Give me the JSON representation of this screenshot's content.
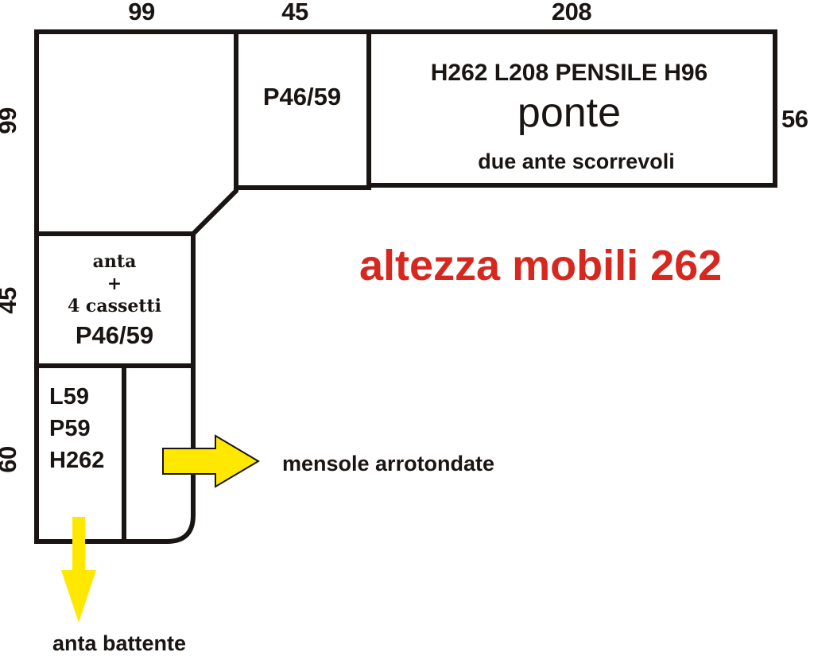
{
  "diagram": {
    "title_text": "kitchen cabinet elevation layout",
    "accent_red": "#d6281f",
    "line_color": "#1a1512",
    "arrow_color": "#ffe800"
  },
  "dimensions": {
    "top": [
      {
        "name": "top-dim-99",
        "value": "99"
      },
      {
        "name": "top-dim-45",
        "value": "45"
      },
      {
        "name": "top-dim-208",
        "value": "208"
      }
    ],
    "left": [
      {
        "name": "left-dim-99",
        "value": "99"
      },
      {
        "name": "left-dim-45",
        "value": "45"
      },
      {
        "name": "left-dim-60",
        "value": "60"
      }
    ],
    "right": [
      {
        "name": "right-dim-56",
        "value": "56"
      }
    ]
  },
  "cells": {
    "tall_unit": {
      "label": ""
    },
    "column_p46": {
      "code": "P46/59"
    },
    "pensile": {
      "line1": "H262 L208 PENSILE H96",
      "line2": "ponte",
      "line3": "due ante scorrevoli"
    },
    "drawer_unit": {
      "note_line1": "anta",
      "note_line2": "+",
      "note_line3": "4 cassetti",
      "code": "P46/59"
    },
    "base_unit": {
      "line1": "L59",
      "line2": "P59",
      "line3": "H262"
    }
  },
  "headline": {
    "text": "altezza mobili 262"
  },
  "callouts": [
    {
      "name": "callout-mensole",
      "icon": "arrow-right-icon",
      "text": "mensole arrotondate"
    },
    {
      "name": "callout-anta-battente",
      "icon": "arrow-down-icon",
      "text": "anta battente"
    }
  ]
}
